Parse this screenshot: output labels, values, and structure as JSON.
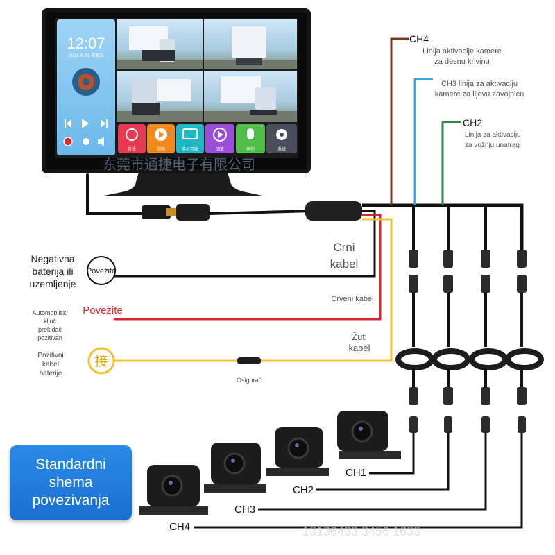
{
  "monitor": {
    "clock": "12:07",
    "date": "2025-9-21 星期三",
    "apps": [
      "音乐",
      "视频",
      "手机互联",
      "回放",
      "声控",
      "系统"
    ],
    "watermark": "东莞市通捷电子有限公司"
  },
  "channels": {
    "ch4": {
      "label": "CH4",
      "desc_line1": "Linija aktivacije kamere",
      "desc_line2": "za desnu krivinu"
    },
    "ch3": {
      "desc_line1": "CH3 linija za aktivaciju",
      "desc_line2": "kamere za lijevu zavojnicu"
    },
    "ch2": {
      "label": "CH2",
      "desc_line1": "Linija za aktivaciju",
      "desc_line2": "za vožnju unatrag"
    }
  },
  "wires": {
    "black": {
      "line1": "Crni",
      "line2": "kabel"
    },
    "red": {
      "label": "Crveni kabel"
    },
    "yellow": {
      "line1": "Žuti",
      "line2": "kabel"
    },
    "fuse": "Osigurač"
  },
  "terminals": {
    "negative": {
      "line1": "Negativna",
      "line2": "baterija ili",
      "line3": "uzemljenje",
      "action": "Povežite"
    },
    "ignition": {
      "line1": "Automobilski",
      "line2": "ključ",
      "line3": "prekidač",
      "line4": "pozitivan",
      "action": "Povežite"
    },
    "battery": {
      "line1": "Pozitivni",
      "line2": "kabel",
      "line3": "baterije",
      "action": "接"
    }
  },
  "cameras": [
    "CH1",
    "CH2",
    "CH3",
    "CH4"
  ],
  "badge": {
    "line1": "Standardni",
    "line2": "shema",
    "line3": "povezivanja"
  },
  "footer": "13136433 3456 1633",
  "colors": {
    "black_wire": "#111111",
    "red_wire": "#e0242b",
    "yellow_wire": "#f2c12e",
    "ch4_wire": "#7a3a20",
    "ch3_wire": "#3aa6dc",
    "ch2_wire": "#2e8b4a",
    "badge": "#1b6fd0"
  }
}
